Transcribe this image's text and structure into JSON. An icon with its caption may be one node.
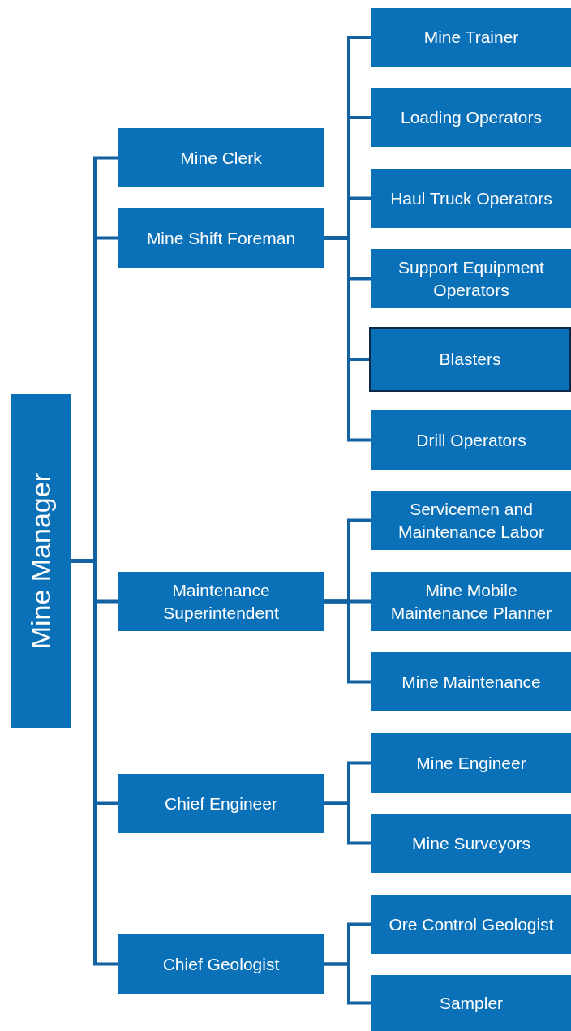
{
  "diagram": {
    "nodes": [
      {
        "text": [
          "Mine Manager"
        ]
      },
      {
        "text": [
          "Mine Clerk"
        ]
      },
      {
        "text": [
          "Mine Shift Foreman"
        ]
      },
      {
        "text": [
          "Maintenance Superintendent"
        ]
      },
      {
        "text": [
          "Chief Engineer"
        ]
      },
      {
        "text": [
          "Chief Geologist"
        ]
      },
      {
        "text": [
          "Mine Trainer"
        ]
      },
      {
        "text": [
          "Loading Operators"
        ]
      },
      {
        "text": [
          "Haul Truck Operators"
        ]
      },
      {
        "text": [
          "Support Equipment Operators"
        ]
      },
      {
        "text": [
          "Blasters"
        ]
      },
      {
        "text": [
          "Drill Operators"
        ]
      },
      {
        "text": [
          "Servicemen and Maintenance Labor"
        ]
      },
      {
        "text": [
          "Mine Mobile Maintenance Planner"
        ]
      },
      {
        "text": [
          "Mine Maintenance"
        ]
      },
      {
        "text": [
          "Mine Engineer"
        ]
      },
      {
        "text": [
          "Mine Surveyors"
        ]
      },
      {
        "text": [
          "Ore Control Geologist"
        ]
      },
      {
        "text": [
          "Sampler"
        ]
      }
    ],
    "edges": [
      {
        "from": 0,
        "to": 1,
        "arrow": "none"
      },
      {
        "from": 0,
        "to": 2,
        "arrow": "none"
      },
      {
        "from": 0,
        "to": 3,
        "arrow": "none"
      },
      {
        "from": 0,
        "to": 4,
        "arrow": "none"
      },
      {
        "from": 0,
        "to": 5,
        "arrow": "none"
      },
      {
        "from": 2,
        "to": 6,
        "arrow": "none"
      },
      {
        "from": 2,
        "to": 7,
        "arrow": "none"
      },
      {
        "from": 2,
        "to": 8,
        "arrow": "none"
      },
      {
        "from": 2,
        "to": 9,
        "arrow": "none"
      },
      {
        "from": 2,
        "to": 10,
        "arrow": "none"
      },
      {
        "from": 2,
        "to": 11,
        "arrow": "none"
      },
      {
        "from": 3,
        "to": 12,
        "arrow": "none"
      },
      {
        "from": 3,
        "to": 13,
        "arrow": "none"
      },
      {
        "from": 3,
        "to": 14,
        "arrow": "none"
      },
      {
        "from": 4,
        "to": 15,
        "arrow": "none"
      },
      {
        "from": 4,
        "to": 16,
        "arrow": "none"
      },
      {
        "from": 5,
        "to": 17,
        "arrow": "none"
      },
      {
        "from": 5,
        "to": 18,
        "arrow": "none"
      }
    ]
  }
}
